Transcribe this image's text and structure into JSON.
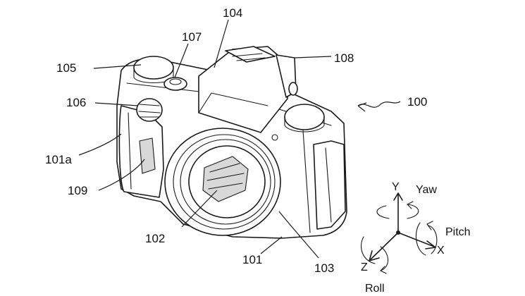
{
  "labels": {
    "body": "101",
    "grip": "101a",
    "lens_mount": "102",
    "lens_ring": "103",
    "viewfinder": "104",
    "mode_dial": "105",
    "front_dial": "106",
    "shutter_button": "107",
    "flash": "108",
    "grip_sensor": "109",
    "camera": "100"
  },
  "axes": {
    "y": "Y",
    "x": "X",
    "z": "Z",
    "yaw": "Yaw",
    "pitch": "Pitch",
    "roll": "Roll"
  }
}
